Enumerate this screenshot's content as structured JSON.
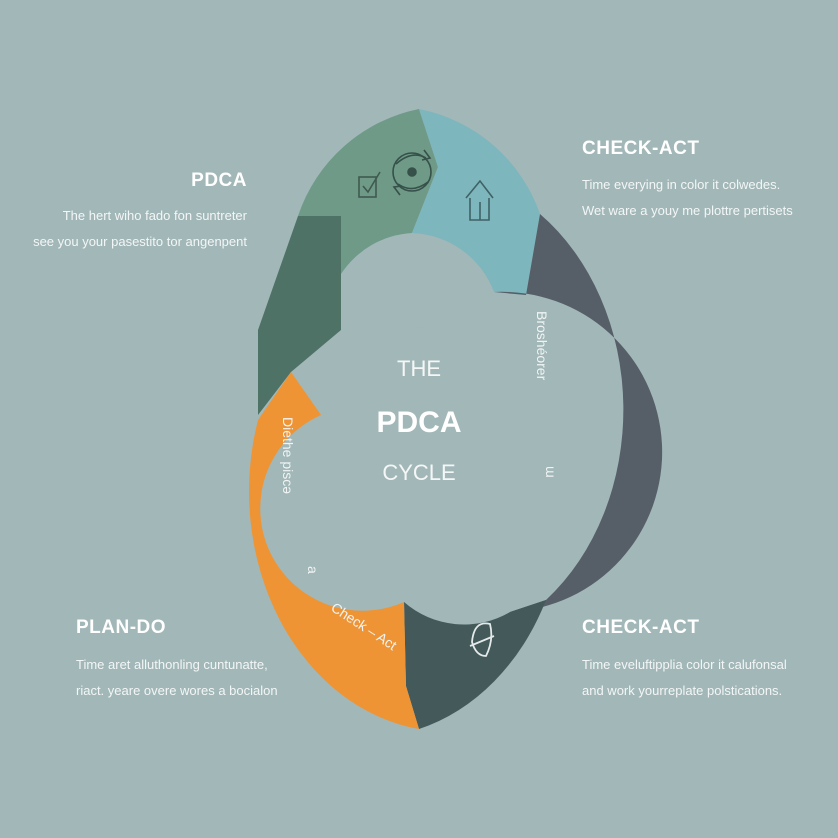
{
  "center": {
    "line1": "THE",
    "line2": "PDCA",
    "line3": "CYCLE"
  },
  "colors": {
    "background": "#a2b7b8",
    "seg_green": "#6e9a87",
    "seg_teal": "#7db6bc",
    "seg_slate": "#565e68",
    "seg_darkteal": "#43595a",
    "seg_orange": "#ee9434",
    "seg_darkgreen": "#4f7266"
  },
  "segments": {
    "right_label": "Broshéorer",
    "right_mark": "ɯ",
    "left_label": "Diethe piscə",
    "left_mark": "a",
    "bottom_label": "Check – Act"
  },
  "icons": [
    "checkbox-icon",
    "globe-arrows-icon",
    "house-arrow-icon",
    "helmet-icon"
  ],
  "blocks": {
    "top_left": {
      "heading": "PDCA",
      "lines": [
        "The hert wiho fado fon suntreter",
        "see you your pasestito tor angenpent"
      ]
    },
    "top_right": {
      "heading": "CHECK-ACT",
      "lines": [
        "Time everying in color it colwedes.",
        "Wet ware a youy me plottre pertisets"
      ]
    },
    "bottom_left": {
      "heading": "PLAN-DO",
      "lines": [
        "Time aret alluthonling cuntunatte,",
        "riact. yeare overe wores a bocialon"
      ]
    },
    "bottom_right": {
      "heading": "CHECK-ACT",
      "lines": [
        "Time eveluftipplia color it calufonsal",
        "and work yourreplate polstications."
      ]
    }
  }
}
